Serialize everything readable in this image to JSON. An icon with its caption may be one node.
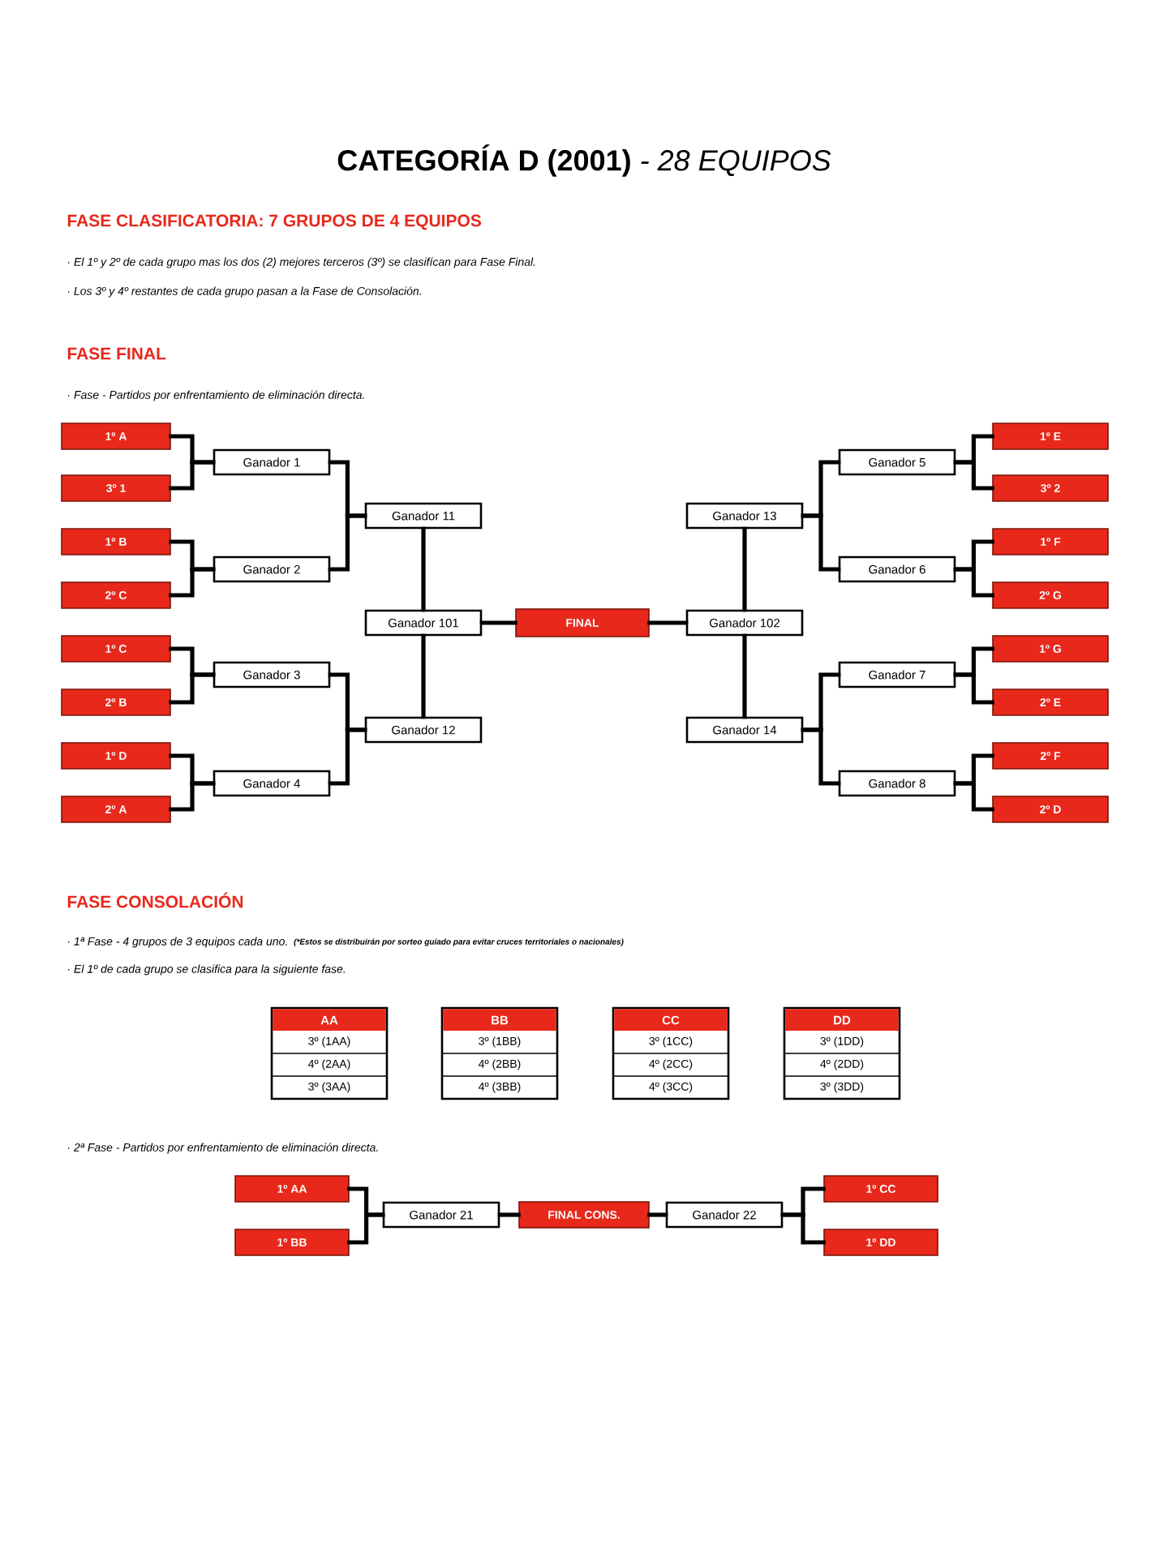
{
  "diagram": {
    "title": "**CATEGORÍA D (2001)** *- 28 EQUIPOS*",
    "nodes": [
      {
        "text": [
          "1º A"
        ]
      },
      {
        "text": [
          "3º 1"
        ]
      },
      {
        "text": [
          "1º B"
        ]
      },
      {
        "text": [
          "2º C"
        ]
      },
      {
        "text": [
          "1º C"
        ]
      },
      {
        "text": [
          "2º B"
        ]
      },
      {
        "text": [
          "1º D"
        ]
      },
      {
        "text": [
          "2º A"
        ]
      },
      {
        "text": [
          "Ganador 1"
        ]
      },
      {
        "text": [
          "Ganador 2"
        ]
      },
      {
        "text": [
          "Ganador 3"
        ]
      },
      {
        "text": [
          "Ganador 4"
        ]
      },
      {
        "text": [
          "Ganador 11"
        ]
      },
      {
        "text": [
          "Ganador 12"
        ]
      },
      {
        "text": [
          "Ganador 101"
        ]
      },
      {
        "text": [
          "FINAL"
        ]
      },
      {
        "text": [
          "Ganador 102"
        ]
      },
      {
        "text": [
          "Ganador 13"
        ]
      },
      {
        "text": [
          "Ganador 14"
        ]
      },
      {
        "text": [
          "Ganador 5"
        ]
      },
      {
        "text": [
          "Ganador 6"
        ]
      },
      {
        "text": [
          "Ganador 7"
        ]
      },
      {
        "text": [
          "Ganador 8"
        ]
      },
      {
        "text": [
          "1º E"
        ]
      },
      {
        "text": [
          "3º 2"
        ]
      },
      {
        "text": [
          "1º F"
        ]
      },
      {
        "text": [
          "2º G"
        ]
      },
      {
        "text": [
          "1º G"
        ]
      },
      {
        "text": [
          "2º E"
        ]
      },
      {
        "text": [
          "2º F"
        ]
      },
      {
        "text": [
          "2º D"
        ]
      },
      {
        "text": [
          "AA",
          "3º (1AA)",
          "4º (2AA)",
          "3º (3AA)"
        ]
      },
      {
        "text": [
          "BB",
          "3º (1BB)",
          "4º (2BB)",
          "4º (3BB)"
        ]
      },
      {
        "text": [
          "CC",
          "3º (1CC)",
          "4º (2CC)",
          "4º (3CC)"
        ]
      },
      {
        "text": [
          "DD",
          "3º (1DD)",
          "4º (2DD)",
          "3º (3DD)"
        ]
      },
      {
        "text": [
          "1º AA"
        ]
      },
      {
        "text": [
          "1º BB"
        ]
      },
      {
        "text": [
          "Ganador 21"
        ]
      },
      {
        "text": [
          "FINAL CONS."
        ]
      },
      {
        "text": [
          "Ganador 22"
        ]
      },
      {
        "text": [
          "1º CC"
        ]
      },
      {
        "text": [
          "1º DD"
        ]
      }
    ],
    "edges": [
      {
        "from": 0,
        "to": 8,
        "arrow": "none"
      },
      {
        "from": 1,
        "to": 8,
        "arrow": "none"
      },
      {
        "from": 2,
        "to": 9,
        "arrow": "none"
      },
      {
        "from": 3,
        "to": 9,
        "arrow": "none"
      },
      {
        "from": 4,
        "to": 10,
        "arrow": "none"
      },
      {
        "from": 5,
        "to": 10,
        "arrow": "none"
      },
      {
        "from": 6,
        "to": 11,
        "arrow": "none"
      },
      {
        "from": 7,
        "to": 11,
        "arrow": "none"
      },
      {
        "from": 8,
        "to": 12,
        "arrow": "none"
      },
      {
        "from": 9,
        "to": 12,
        "arrow": "none"
      },
      {
        "from": 10,
        "to": 13,
        "arrow": "none"
      },
      {
        "from": 11,
        "to": 13,
        "arrow": "none"
      },
      {
        "from": 12,
        "to": 14,
        "arrow": "none"
      },
      {
        "from": 13,
        "to": 14,
        "arrow": "none"
      },
      {
        "from": 14,
        "to": 15,
        "arrow": "none"
      },
      {
        "from": 15,
        "to": 16,
        "arrow": "none"
      },
      {
        "from": 17,
        "to": 16,
        "arrow": "none"
      },
      {
        "from": 18,
        "to": 16,
        "arrow": "none"
      },
      {
        "from": 19,
        "to": 17,
        "arrow": "none"
      },
      {
        "from": 20,
        "to": 17,
        "arrow": "none"
      },
      {
        "from": 21,
        "to": 18,
        "arrow": "none"
      },
      {
        "from": 22,
        "to": 18,
        "arrow": "none"
      },
      {
        "from": 23,
        "to": 19,
        "arrow": "none"
      },
      {
        "from": 24,
        "to": 19,
        "arrow": "none"
      },
      {
        "from": 25,
        "to": 20,
        "arrow": "none"
      },
      {
        "from": 26,
        "to": 20,
        "arrow": "none"
      },
      {
        "from": 27,
        "to": 21,
        "arrow": "none"
      },
      {
        "from": 28,
        "to": 21,
        "arrow": "none"
      },
      {
        "from": 29,
        "to": 22,
        "arrow": "none"
      },
      {
        "from": 30,
        "to": 22,
        "arrow": "none"
      },
      {
        "from": 35,
        "to": 37,
        "arrow": "none"
      },
      {
        "from": 36,
        "to": 37,
        "arrow": "none"
      },
      {
        "from": 37,
        "to": 38,
        "arrow": "none"
      },
      {
        "from": 38,
        "to": 39,
        "arrow": "none"
      },
      {
        "from": 40,
        "to": 39,
        "arrow": "none"
      },
      {
        "from": 41,
        "to": 39,
        "arrow": "none"
      }
    ],
    "labels": [
      "FASE CLASIFICATORIA: 7 GRUPOS DE 4 EQUIPOS",
      "· El 1º y 2º de cada grupo mas los dos (2) mejores terceros (3º) se clasifícan para Fase Final.",
      "· Los 3º y 4º restantes de cada grupo pasan a la Fase de Consolación.",
      "FASE FINAL",
      "· Fase - Partidos por enfrentamiento de eliminación directa.",
      "FASE CONSOLACIÓN",
      "· 1ª Fase - 4 grupos de 3 equipos cada uno.",
      "(*Estos se distribuirán por sorteo guiado para evitar cruces territoriales o nacionales)",
      "· El 1º de cada grupo se clasifica para la siguiente fase.",
      "· 2ª Fase - Partidos por enfrentamiento de eliminación directa."
    ]
  }
}
